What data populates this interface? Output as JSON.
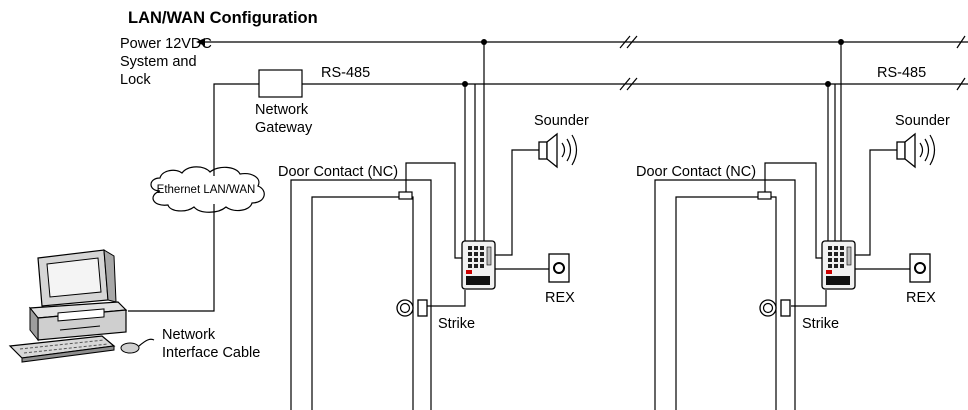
{
  "title": "LAN/WAN Configuration",
  "power_label_line1": "Power 12VDC",
  "power_label_line2": "System and",
  "power_label_line3": "Lock",
  "rs485_left": "RS-485",
  "rs485_right": "RS-485",
  "gateway_line1": "Network",
  "gateway_line2": "Gateway",
  "cloud_label": "Ethernet LAN/WAN",
  "cable_line1": "Network",
  "cable_line2": "Interface Cable",
  "doors": [
    {
      "contact_label": "Door Contact (NC)",
      "sounder_label": "Sounder",
      "rex_label": "REX",
      "strike_label": "Strike"
    },
    {
      "contact_label": "Door Contact (NC)",
      "sounder_label": "Sounder",
      "rex_label": "REX",
      "strike_label": "Strike"
    }
  ]
}
